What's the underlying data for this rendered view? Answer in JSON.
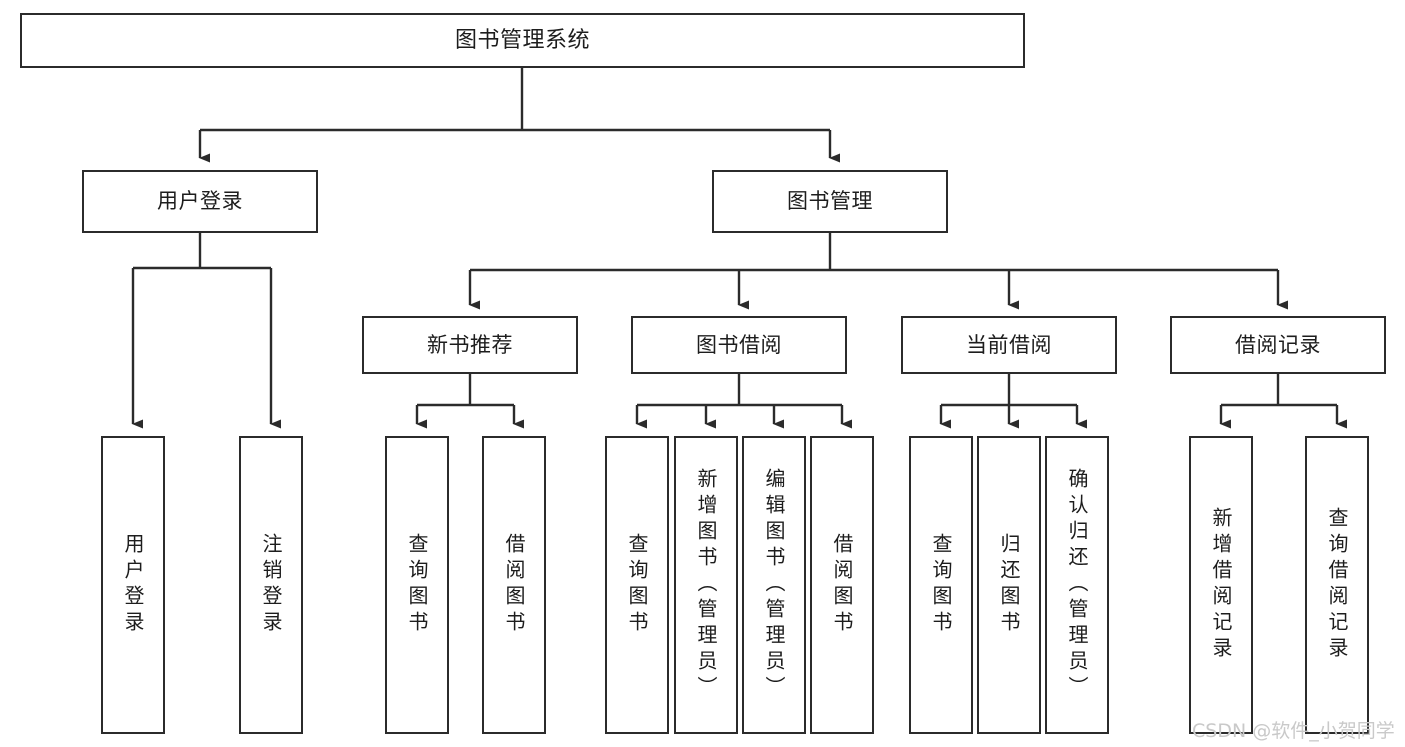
{
  "diagram": {
    "title": "图书管理系统",
    "type": "tree-hierarchy",
    "orientation": "top-down",
    "colors": {
      "box_border": "#2b2b2b",
      "box_fill": "#ffffff",
      "edge": "#2b2b2b",
      "text": "#1d1d1d",
      "watermark": "#c9c9c9",
      "canvas": "#ffffff"
    },
    "root": {
      "id": "root",
      "label": "图书管理系统"
    },
    "level2": [
      {
        "id": "user-login",
        "label": "用户登录"
      },
      {
        "id": "book-manage",
        "label": "图书管理"
      }
    ],
    "level3": [
      {
        "id": "new-book-rec",
        "label": "新书推荐",
        "parent": "book-manage"
      },
      {
        "id": "book-borrow",
        "label": "图书借阅",
        "parent": "book-manage"
      },
      {
        "id": "current-borrow",
        "label": "当前借阅",
        "parent": "book-manage"
      },
      {
        "id": "borrow-record",
        "label": "借阅记录",
        "parent": "book-manage"
      }
    ],
    "leaves": [
      {
        "id": "leaf-user-login",
        "label": "用户登录",
        "parent": "user-login"
      },
      {
        "id": "leaf-logout",
        "label": "注销登录",
        "parent": "user-login"
      },
      {
        "id": "leaf-query-book-1",
        "label": "查询图书",
        "parent": "new-book-rec"
      },
      {
        "id": "leaf-borrow-book-1",
        "label": "借阅图书",
        "parent": "new-book-rec"
      },
      {
        "id": "leaf-query-book-2",
        "label": "查询图书",
        "parent": "book-borrow"
      },
      {
        "id": "leaf-add-book",
        "label": "新增图书（管理员）",
        "parent": "book-borrow"
      },
      {
        "id": "leaf-edit-book",
        "label": "编辑图书（管理员）",
        "parent": "book-borrow"
      },
      {
        "id": "leaf-borrow-book-2",
        "label": "借阅图书",
        "parent": "book-borrow"
      },
      {
        "id": "leaf-query-book-3",
        "label": "查询图书",
        "parent": "current-borrow"
      },
      {
        "id": "leaf-return-book",
        "label": "归还图书",
        "parent": "current-borrow"
      },
      {
        "id": "leaf-confirm-return",
        "label": "确认归还（管理员）",
        "parent": "current-borrow"
      },
      {
        "id": "leaf-add-record",
        "label": "新增借阅记录",
        "parent": "borrow-record"
      },
      {
        "id": "leaf-query-record",
        "label": "查询借阅记录",
        "parent": "borrow-record"
      }
    ],
    "watermark": "CSDN @软件_小贺同学"
  }
}
